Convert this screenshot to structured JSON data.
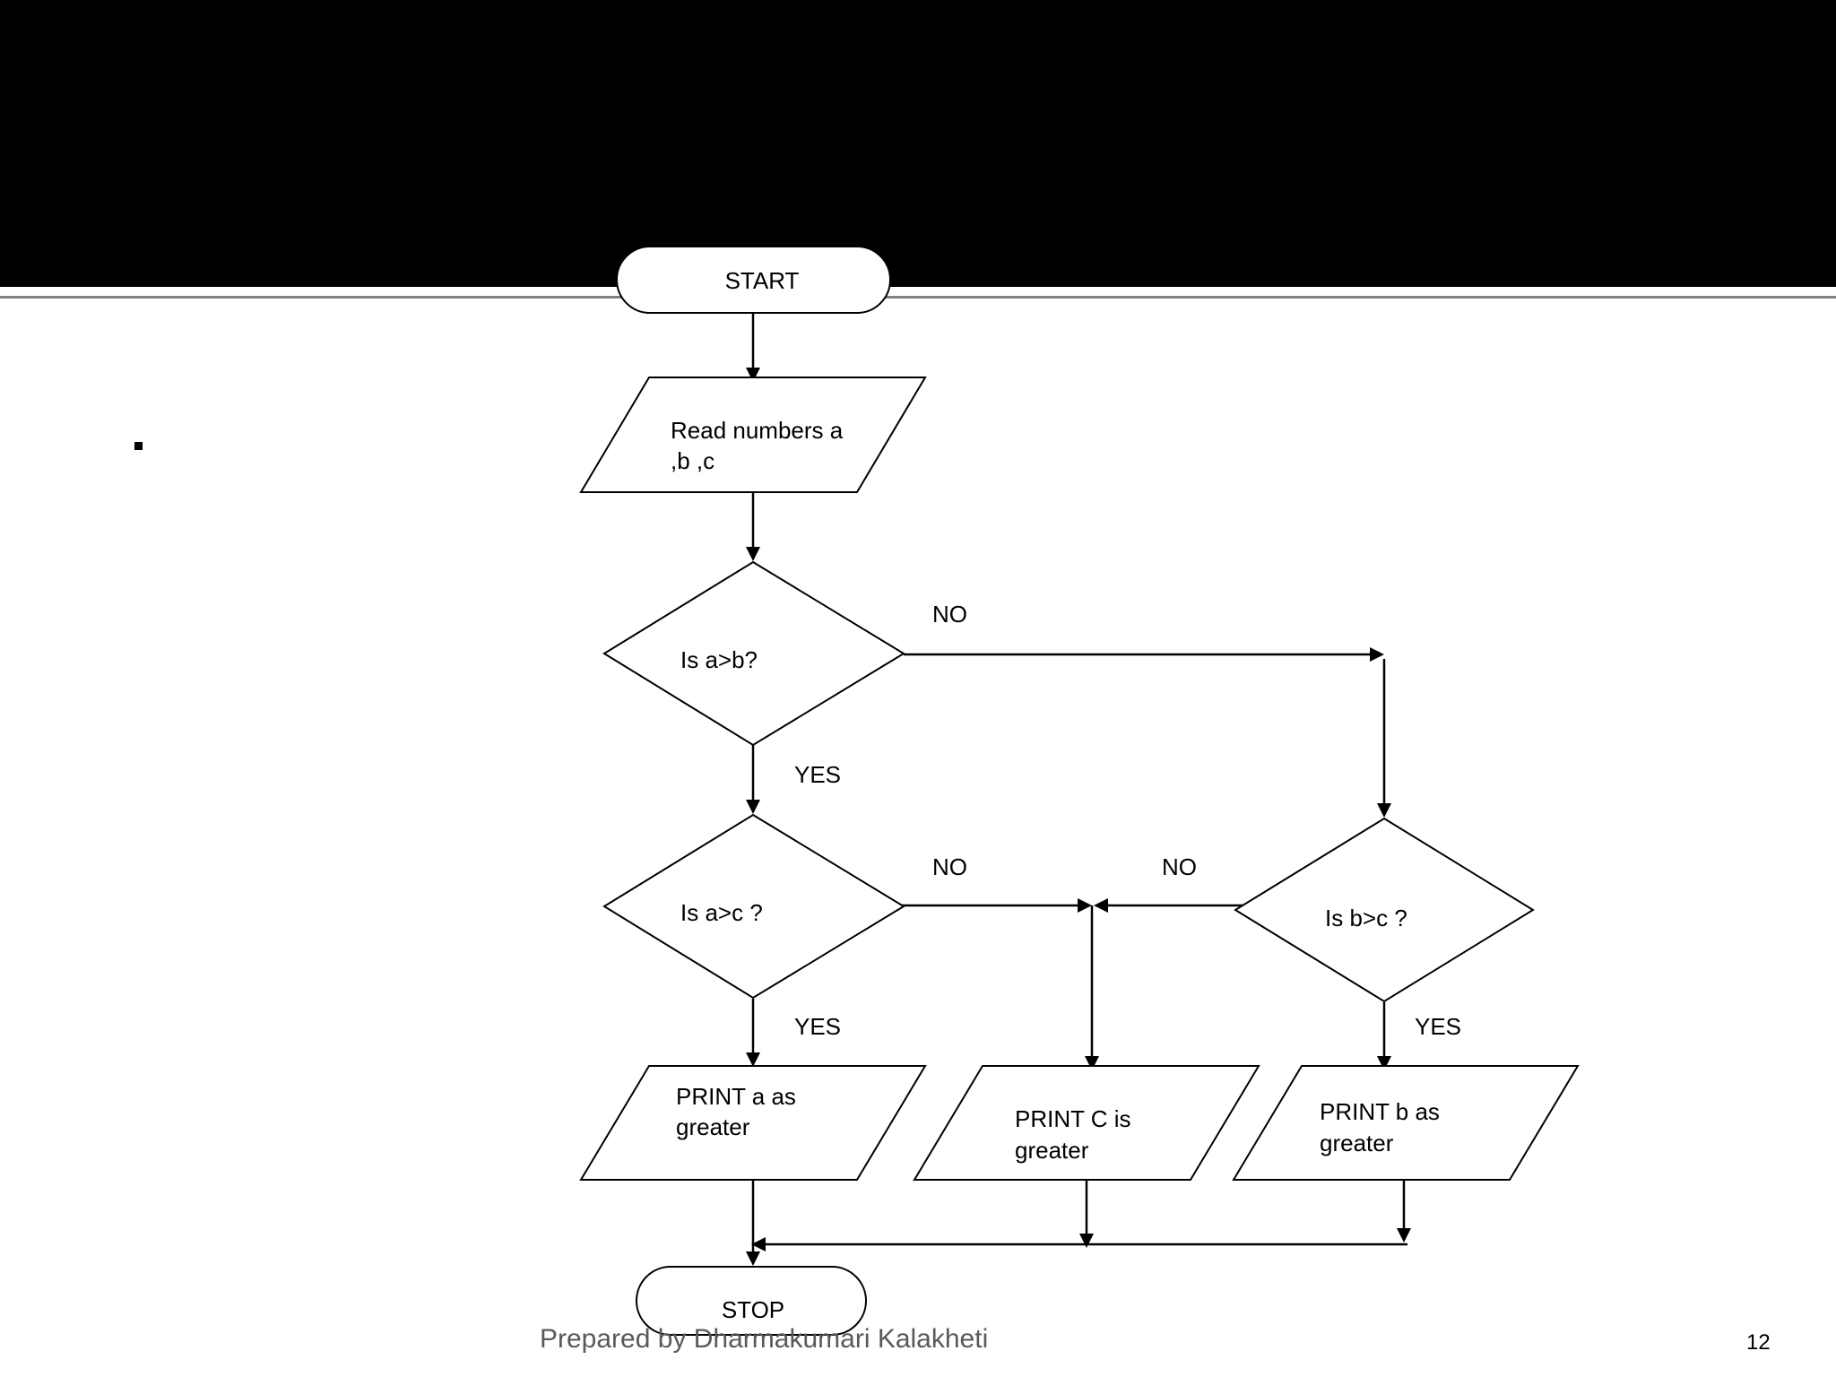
{
  "nodes": {
    "start": "START",
    "read": [
      "Read numbers a",
      ",b ,c"
    ],
    "dec_ab": "Is a>b?",
    "dec_ac": "Is a>c ?",
    "dec_bc": "Is b>c ?",
    "print_a": [
      "PRINT a as",
      "greater"
    ],
    "print_c": [
      "PRINT C is",
      "greater"
    ],
    "print_b": [
      "PRINT b as",
      "greater"
    ],
    "stop": "STOP"
  },
  "edge_labels": {
    "ab_no": "NO",
    "ab_yes": "YES",
    "ac_no": "NO",
    "bc_no": "NO",
    "ac_yes": "YES",
    "bc_yes": "YES"
  },
  "footer": {
    "credit": "Prepared by Dharmakumari Kalakheti",
    "page_number": "12"
  }
}
